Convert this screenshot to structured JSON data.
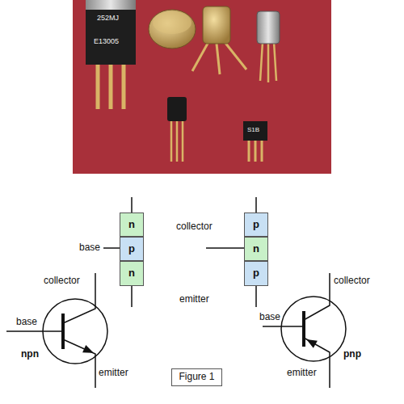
{
  "diagram": {
    "nodes": [
      {
        "text": [
          "n"
        ]
      },
      {
        "text": [
          "p"
        ]
      },
      {
        "text": [
          "n"
        ]
      },
      {
        "text": [
          "p"
        ]
      },
      {
        "text": [
          "n"
        ]
      },
      {
        "text": [
          "p"
        ]
      },
      {
        "text": [
          "Figure 1"
        ]
      }
    ],
    "labels": [
      "252MJ",
      "E13005",
      "S1B",
      "collector",
      "base",
      "emitter",
      "collector",
      "base",
      "npn",
      "emitter",
      "base",
      "collector",
      "emitter",
      "pnp"
    ]
  }
}
